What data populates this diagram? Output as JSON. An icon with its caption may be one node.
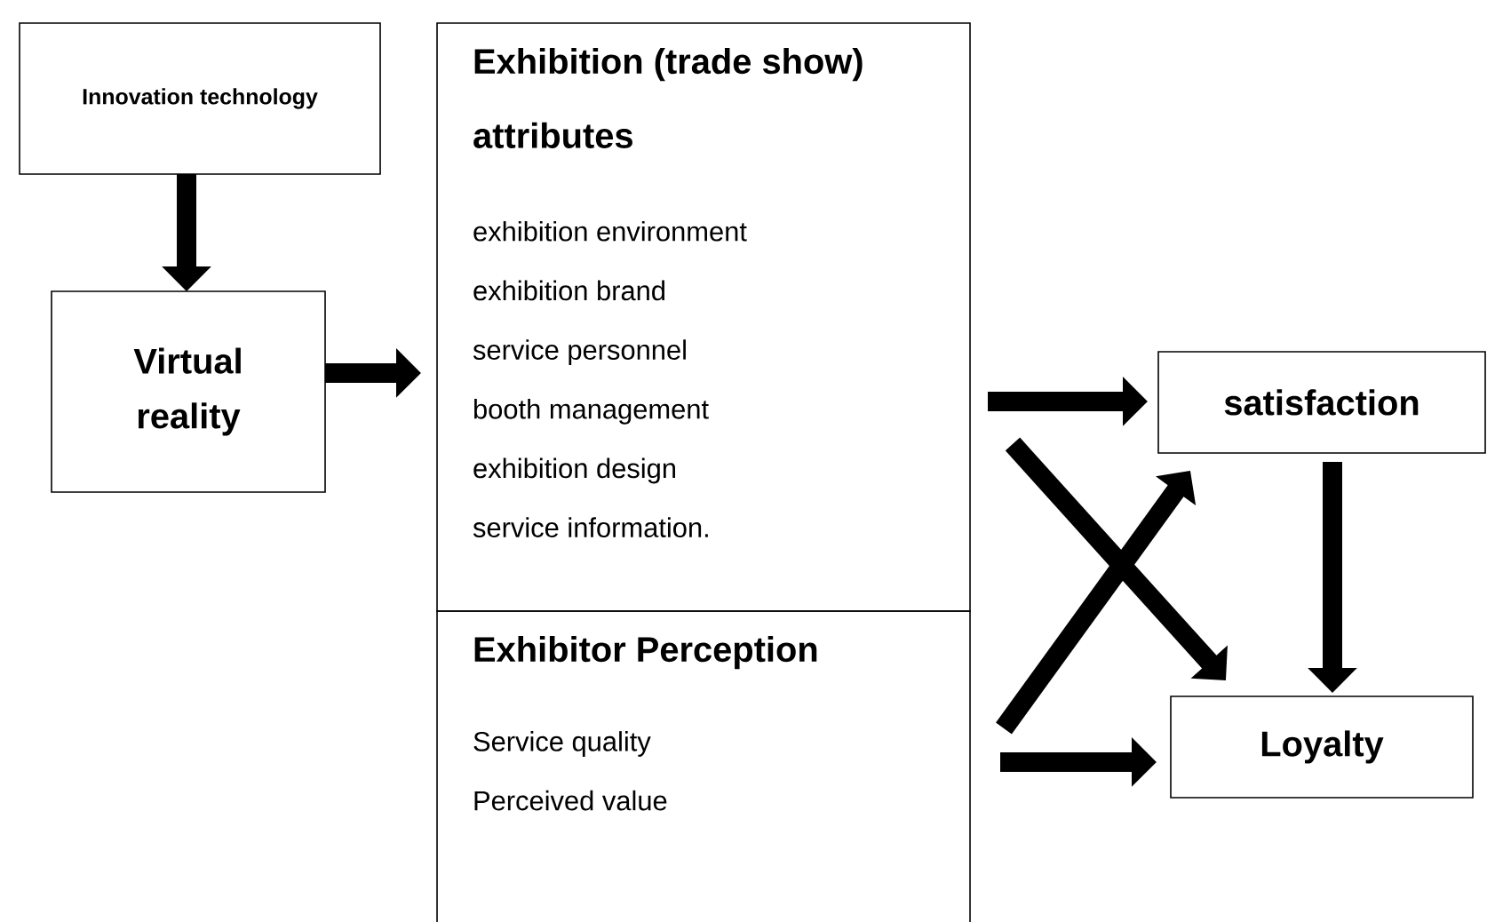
{
  "diagram": {
    "nodes": [
      {
        "text": [
          "Innovation technology"
        ]
      },
      {
        "text": [
          "Virtual reality"
        ]
      },
      {
        "text": [
          "Exhibition (trade show) attributes",
          "exhibition environment",
          "exhibition brand",
          "service personnel",
          "booth management",
          "exhibition design",
          "service information."
        ]
      },
      {
        "text": [
          "Exhibitor Perception",
          "Service quality",
          "Perceived value"
        ]
      },
      {
        "text": [
          "satisfaction"
        ]
      },
      {
        "text": [
          "Loyalty"
        ]
      }
    ],
    "edges": [
      {
        "from": 0,
        "to": 1,
        "arrow": "to"
      },
      {
        "from": 1,
        "to": 2,
        "arrow": "to"
      },
      {
        "from": 2,
        "to": 4,
        "arrow": "to"
      },
      {
        "from": 2,
        "to": 5,
        "arrow": "to"
      },
      {
        "from": 3,
        "to": 4,
        "arrow": "to"
      },
      {
        "from": 3,
        "to": 5,
        "arrow": "to"
      },
      {
        "from": 4,
        "to": 5,
        "arrow": "to"
      }
    ]
  }
}
